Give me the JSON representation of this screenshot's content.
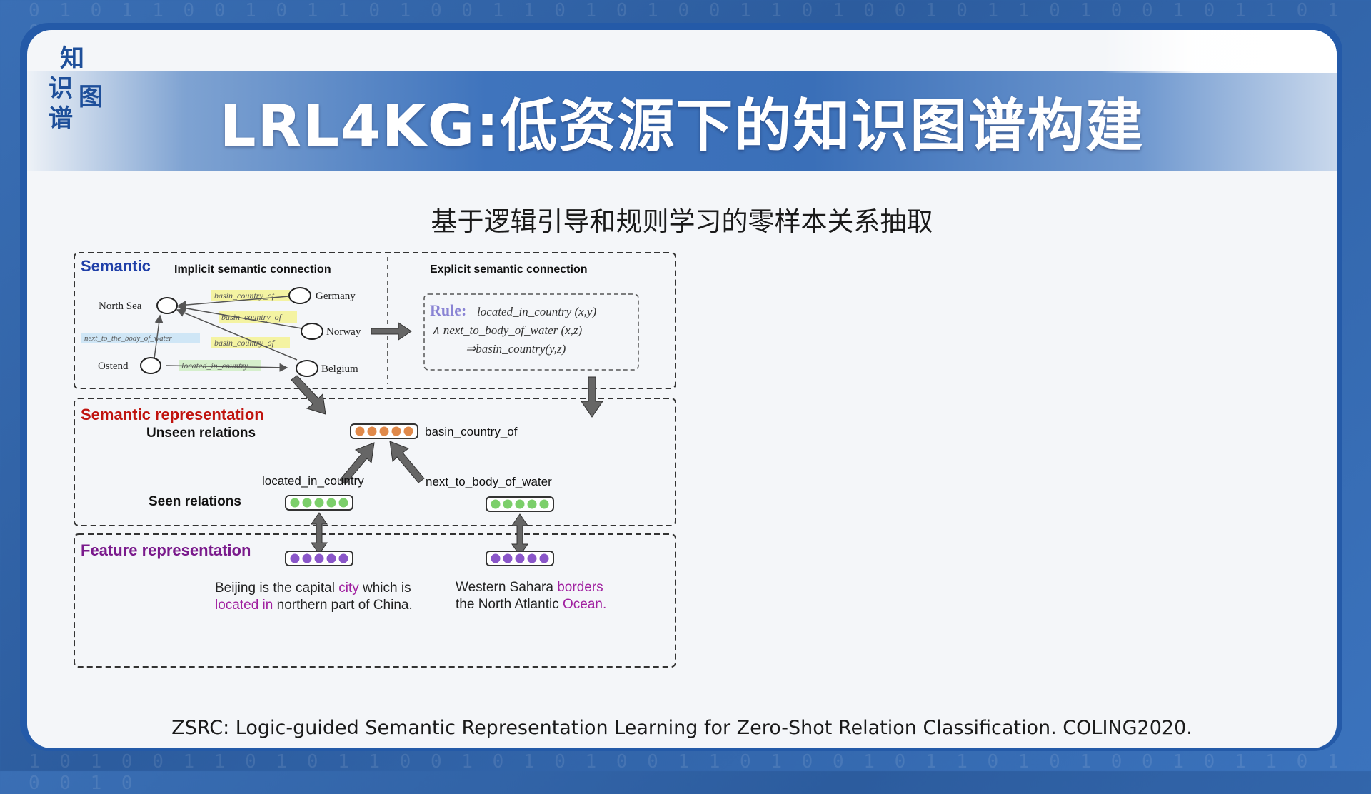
{
  "header": {
    "logo_chars": [
      "知",
      "识",
      "图",
      "谱"
    ],
    "title": "LRL4KG:低资源下的知识图谱构建"
  },
  "subtitle": "基于逻辑引导和规则学习的零样本关系抽取",
  "diagram": {
    "semantic": {
      "heading": "Semantic",
      "implicit_label": "Implicit semantic connection",
      "explicit_label": "Explicit semantic connection",
      "entities": {
        "north_sea": "North Sea",
        "ostend": "Ostend",
        "germany": "Germany",
        "norway": "Norway",
        "belgium": "Belgium"
      },
      "edges": {
        "basin_germany": "basin_country_of",
        "basin_norway": "basin_country_of",
        "basin_belgium": "basin_country_of",
        "next_to_water": "next_to_the_body_of_water",
        "located_in": "located_in_country"
      },
      "rule": {
        "prefix": "Rule:",
        "line1": "located_in_country (x,y)",
        "line2": "∧ next_to_body_of_water (x,z)",
        "line3": "⇒basin_country(y,z)"
      }
    },
    "semantic_representation": {
      "heading": "Semantic  representation",
      "unseen_label": "Unseen relations",
      "seen_label": "Seen relations",
      "unseen_relation": "basin_country_of",
      "seen_relation_1": "located_in_country",
      "seen_relation_2": "next_to_body_of_water"
    },
    "feature_representation": {
      "heading": "Feature  representation",
      "sentence1": {
        "p1": "Beijing is the capital ",
        "h1": "city",
        "p2": " which is",
        "h2": "located in",
        "p3": " northern part of China."
      },
      "sentence2": {
        "p1": "Western Sahara ",
        "h1": "borders",
        "p2": "the North Atlantic ",
        "h2": "Ocean."
      }
    },
    "colors": {
      "semantic_heading": "#1f3fa8",
      "representation_heading": "#c0140f",
      "feature_heading": "#7a1a8c",
      "orange_node": "#e0894a",
      "green_node": "#7ccf6a",
      "purple_node": "#8a56c9",
      "highlight_text": "#a020a0"
    }
  },
  "citation": "ZSRC: Logic-guided Semantic Representation Learning for Zero-Shot Relation Classification. COLING2020."
}
